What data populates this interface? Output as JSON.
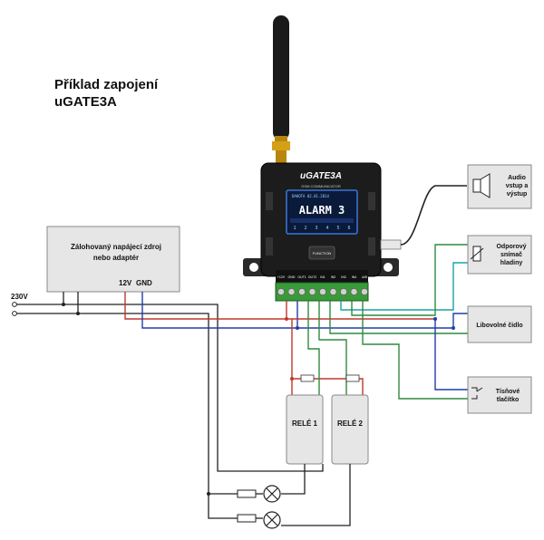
{
  "title": {
    "line1": "Příklad zapojení",
    "line2": "uGATE3A"
  },
  "device": {
    "brand": "uGATE3A",
    "subtitle": "GSM COMMUNICATOR",
    "screen_top": "DAKOTA      02.01.2014",
    "screen_text": "ALARM 3",
    "screen_numbers": [
      "1",
      "2",
      "3",
      "4",
      "5",
      "6"
    ],
    "button_label": "FUNCTION",
    "terminals": [
      "+12V",
      "GND",
      "OUT1",
      "OUT2",
      "IN1",
      "IN2",
      "IN3",
      "IN4",
      "A/B"
    ]
  },
  "power_supply": {
    "label_line1": "Zálohovaný napájecí zdroj",
    "label_line2": "nebo adaptér",
    "pin_12v": "12V",
    "pin_gnd": "GND"
  },
  "mains_label": "230V",
  "relays": [
    {
      "label": "RELÉ 1"
    },
    {
      "label": "RELÉ 2"
    }
  ],
  "peripherals": [
    {
      "lines": [
        "Audio",
        "vstup a",
        "výstup"
      ]
    },
    {
      "lines": [
        "Odporový",
        "snímač",
        "hladiny"
      ]
    },
    {
      "lines": [
        "Libovolné čidlo"
      ]
    },
    {
      "lines": [
        "Tísňové",
        "tlačítko"
      ]
    }
  ],
  "wire_colors": {
    "red": "#c0392b",
    "black": "#222222",
    "blue": "#1f3fa8",
    "green": "#2f8a3e",
    "teal": "#1ba3a3"
  }
}
